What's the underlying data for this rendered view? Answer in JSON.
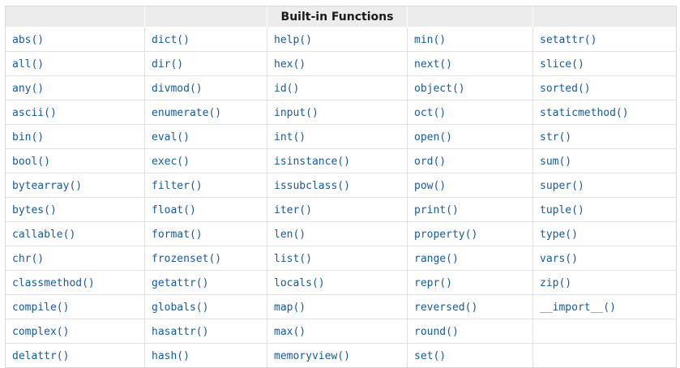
{
  "table": {
    "title": "Built-in Functions",
    "columns": 5,
    "colors": {
      "link": "#17599d",
      "header_bg": "#ececec",
      "outer_border": "#d9d9d9",
      "grid_border": "#e1e1e1"
    },
    "rows": [
      [
        "abs()",
        "dict()",
        "help()",
        "min()",
        "setattr()"
      ],
      [
        "all()",
        "dir()",
        "hex()",
        "next()",
        "slice()"
      ],
      [
        "any()",
        "divmod()",
        "id()",
        "object()",
        "sorted()"
      ],
      [
        "ascii()",
        "enumerate()",
        "input()",
        "oct()",
        "staticmethod()"
      ],
      [
        "bin()",
        "eval()",
        "int()",
        "open()",
        "str()"
      ],
      [
        "bool()",
        "exec()",
        "isinstance()",
        "ord()",
        "sum()"
      ],
      [
        "bytearray()",
        "filter()",
        "issubclass()",
        "pow()",
        "super()"
      ],
      [
        "bytes()",
        "float()",
        "iter()",
        "print()",
        "tuple()"
      ],
      [
        "callable()",
        "format()",
        "len()",
        "property()",
        "type()"
      ],
      [
        "chr()",
        "frozenset()",
        "list()",
        "range()",
        "vars()"
      ],
      [
        "classmethod()",
        "getattr()",
        "locals()",
        "repr()",
        "zip()"
      ],
      [
        "compile()",
        "globals()",
        "map()",
        "reversed()",
        "__import__()"
      ],
      [
        "complex()",
        "hasattr()",
        "max()",
        "round()",
        ""
      ],
      [
        "delattr()",
        "hash()",
        "memoryview()",
        "set()",
        ""
      ]
    ]
  }
}
